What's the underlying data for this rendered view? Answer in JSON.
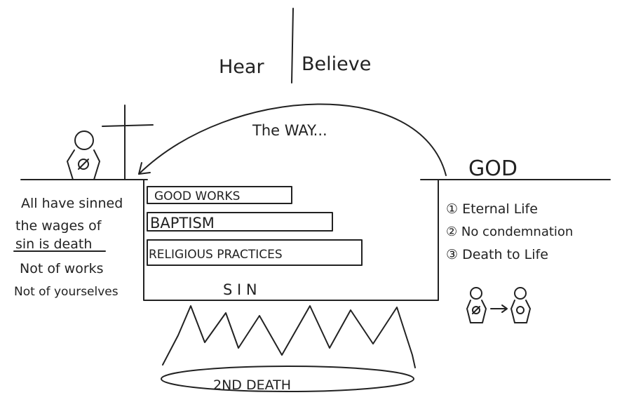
{
  "header": {
    "hear": "Hear",
    "believe": "Believe"
  },
  "arc_label": "The WAY...",
  "god_label": "GOD",
  "left_notes": [
    "All have sinned",
    "the wages of",
    "sin is death",
    "Not of works",
    "Not of yourselves"
  ],
  "planks": [
    "GOOD WORKS",
    "BAPTISM",
    "RELIGIOUS PRACTICES"
  ],
  "sin_label": "S  I  N",
  "benefits": [
    "① Eternal Life",
    "② No condemnation",
    "③ Death to Life"
  ],
  "death_label": "2ND DEATH",
  "colors": {
    "ink": "#222222",
    "paper": "#ffffff"
  },
  "icons": [
    "cross-icon",
    "person-with-sin-icon",
    "person-transformed-icon",
    "arrow-right-icon",
    "flame-icon"
  ]
}
